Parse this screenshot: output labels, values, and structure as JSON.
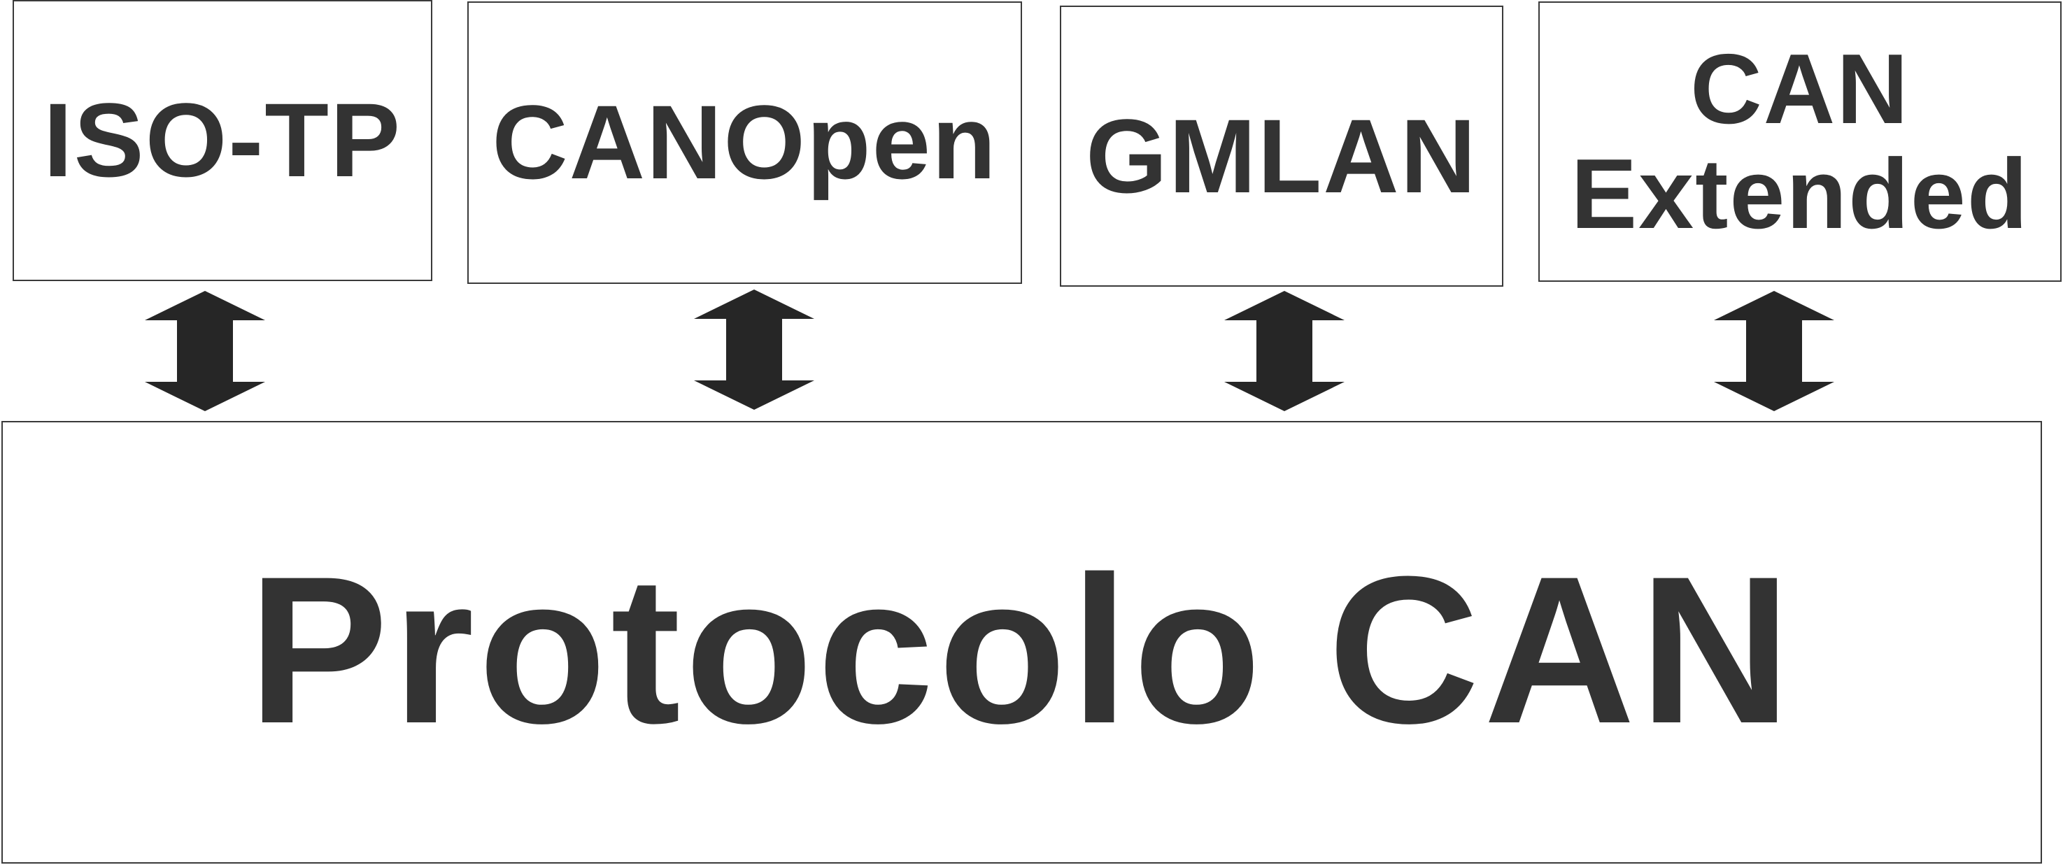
{
  "colors": {
    "text": "#333333",
    "arrow": "#262626",
    "border": "#3a3a3a",
    "background": "#ffffff"
  },
  "protocols": [
    {
      "label": "ISO-TP"
    },
    {
      "label": "CANOpen"
    },
    {
      "label": "GMLAN"
    },
    {
      "label": "CAN\nExtended"
    }
  ],
  "arrows": [
    {
      "icon": "double-arrow-vertical-icon"
    },
    {
      "icon": "double-arrow-vertical-icon"
    },
    {
      "icon": "double-arrow-vertical-icon"
    },
    {
      "icon": "double-arrow-vertical-icon"
    }
  ],
  "base": {
    "label": "Protocolo CAN"
  }
}
